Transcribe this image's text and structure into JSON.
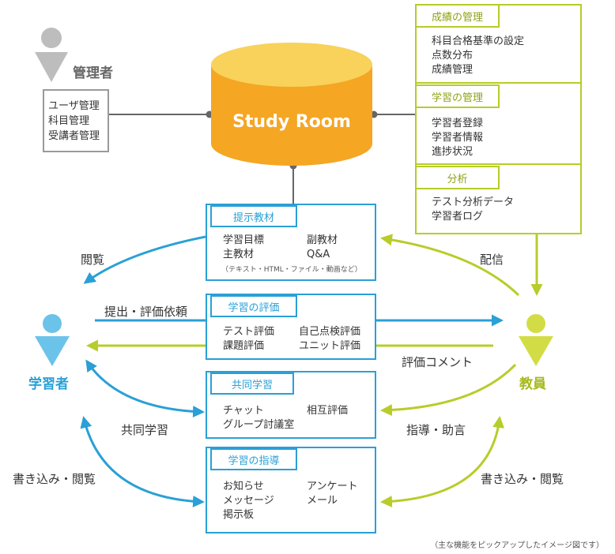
{
  "center": {
    "title": "Study Room"
  },
  "roles": {
    "admin": "管理者",
    "learner": "学習者",
    "teacher": "教員"
  },
  "admin_box": {
    "items": [
      "ユーザ管理",
      "科目管理",
      "受講者管理"
    ]
  },
  "right_panel": {
    "sections": [
      {
        "title": "成績の管理",
        "items": [
          "科目合格基準の設定",
          "点数分布",
          "成績管理"
        ]
      },
      {
        "title": "学習の管理",
        "items": [
          "学習者登録",
          "学習者情報",
          "進捗状況"
        ]
      },
      {
        "title": "分析",
        "items": [
          "テスト分析データ",
          "学習者ログ"
        ]
      }
    ]
  },
  "center_boxes": [
    {
      "title": "提示教材",
      "left": [
        "学習目標",
        "主教材"
      ],
      "right": [
        "副教材",
        "Q&A"
      ],
      "note": "（テキスト・HTML・ファイル・動画など）"
    },
    {
      "title": "学習の評価",
      "left": [
        "テスト評価",
        "課題評価"
      ],
      "right": [
        "自己点検評価",
        "ユニット評価"
      ]
    },
    {
      "title": "共同学習",
      "left": [
        "チャット",
        "グループ討議室"
      ],
      "right": [
        "相互評価"
      ]
    },
    {
      "title": "学習の指導",
      "left": [
        "お知らせ",
        "メッセージ",
        "掲示板"
      ],
      "right": [
        "アンケート",
        "メール"
      ]
    }
  ],
  "arrow_labels": {
    "view": "閲覧",
    "submit": "提出・評価依頼",
    "collab": "共同学習",
    "write_left": "書き込み・閲覧",
    "deliver": "配信",
    "eval_comment": "評価コメント",
    "guidance": "指導・助言",
    "write_right": "書き込み・閲覧"
  },
  "footnote": "（主な機能をピックアップしたイメージ図です）",
  "colors": {
    "blue": "#2aa0d6",
    "green": "#b8cc2a",
    "orange": "#f5a623",
    "gray": "#9a9a9a"
  }
}
